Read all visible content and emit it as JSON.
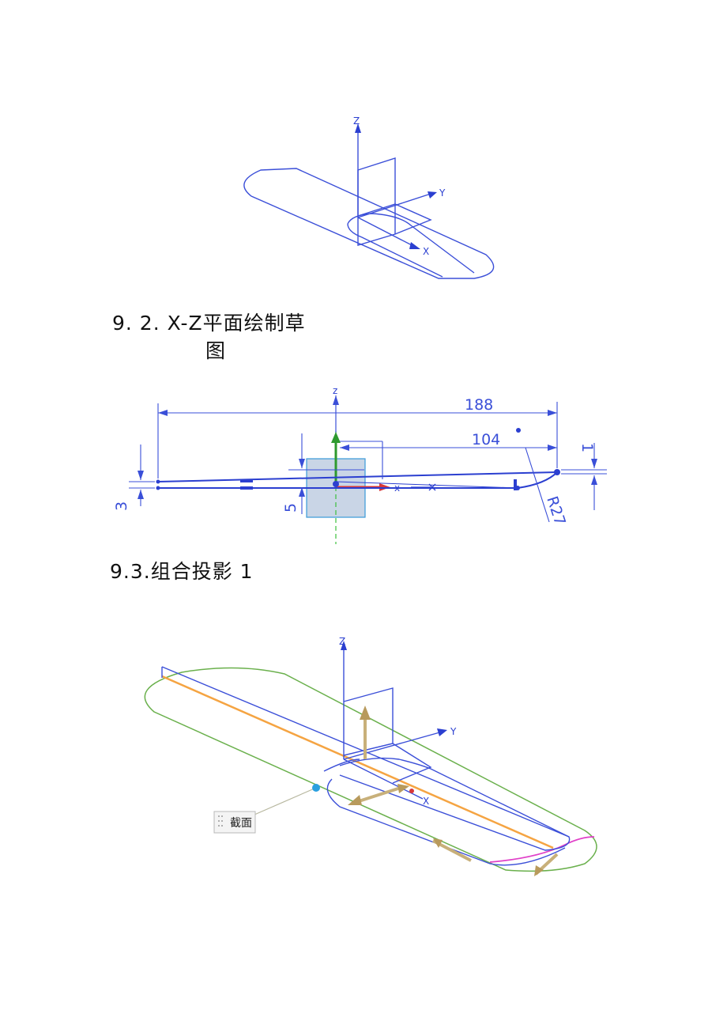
{
  "sections": {
    "s2_title_line1": "9. 2. X-Z平面绘制草",
    "s2_title_line2": "图",
    "s3_title": "9.3.组合投影 1"
  },
  "figure1": {
    "axes": {
      "z": "Z",
      "y": "Y",
      "x": "X"
    }
  },
  "figure2": {
    "axes": {
      "z": "z",
      "x": "x"
    },
    "dimensions": {
      "overall_length": "188",
      "partial_length": "104",
      "radius": "R27",
      "height_right": "1",
      "thickness_left": "3",
      "offset": "5"
    }
  },
  "figure3": {
    "axes": {
      "z": "Z",
      "y": "Y",
      "x": "X"
    },
    "callout_label": "截面"
  },
  "colors": {
    "sketch_blue": "#3b4fd8",
    "orange_curve": "#f5a442",
    "green_outline": "#6ab04c",
    "magenta_curve": "#e040c8",
    "handle_tan": "#c8b07a"
  }
}
